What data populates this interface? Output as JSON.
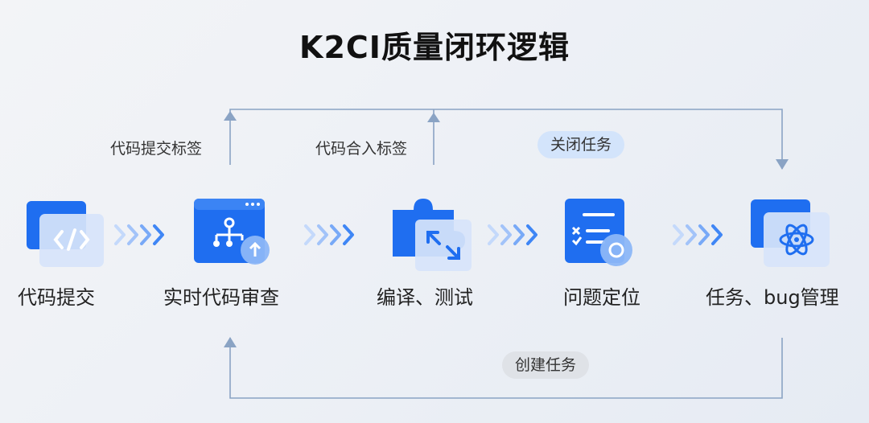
{
  "title": "K2CI质量闭环逻辑",
  "top_labels": {
    "commit_tag": "代码提交标签",
    "merge_tag": "代码合入标签",
    "close_task": "关闭任务"
  },
  "bottom_label": "创建任务",
  "steps": [
    {
      "label": "代码提交",
      "icon": "code-window-icon"
    },
    {
      "label": "实时代码审查",
      "icon": "review-flowchart-icon"
    },
    {
      "label": "编译、测试",
      "icon": "puzzle-build-icon"
    },
    {
      "label": "问题定位",
      "icon": "checklist-search-icon"
    },
    {
      "label": "任务、bug管理",
      "icon": "atom-window-icon"
    }
  ],
  "colors": {
    "primary_blue": "#1f6ef0",
    "light_blue": "#6ea4f5",
    "line_blue": "#8aa3c4",
    "chevron": "#3f86f5"
  }
}
